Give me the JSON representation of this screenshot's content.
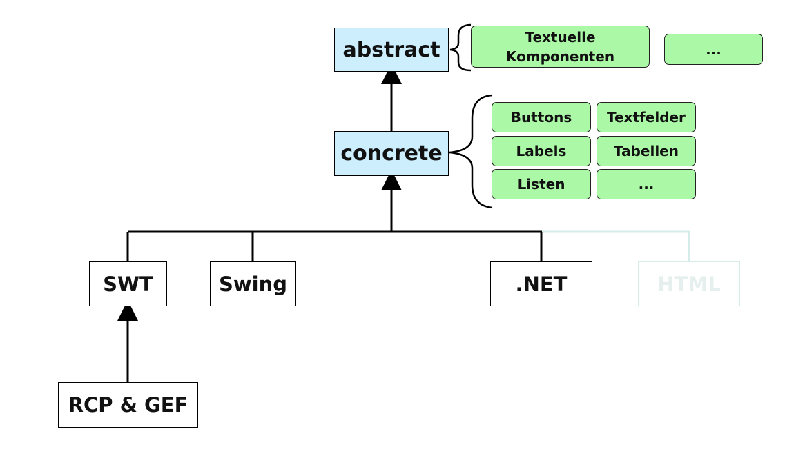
{
  "levels": {
    "abstract": "abstract",
    "concrete": "concrete"
  },
  "abstract_components": {
    "items": [
      "Textuelle Komponenten",
      "..."
    ]
  },
  "concrete_components": {
    "items": [
      "Buttons",
      "Textfelder",
      "Labels",
      "Tabellen",
      "Listen",
      "..."
    ]
  },
  "toolkits": {
    "swt": "SWT",
    "swing": "Swing",
    "net": ".NET",
    "html": "HTML",
    "rcp_gef": "RCP & GEF"
  },
  "colors": {
    "level_fill": "#cdeefd",
    "component_fill": "#abf8a6",
    "faded": "#d6ece8"
  }
}
